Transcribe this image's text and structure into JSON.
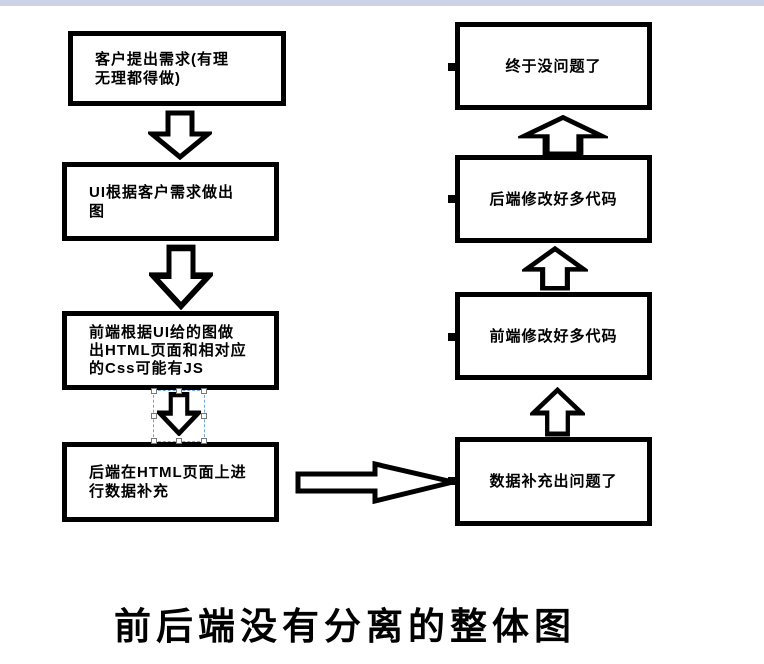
{
  "colors": {
    "top_strip": "#ccd3e7",
    "box_border": "#000000",
    "selection_marquee": "#6aa7e8"
  },
  "flowchart": {
    "caption": "前后端没有分离的整体图",
    "left_column": [
      {
        "name": "customer-request",
        "lines": [
          "客户提出需求(有理",
          "无理都得做)"
        ]
      },
      {
        "name": "ui-design",
        "lines": [
          "UI根据客户需求做出",
          "图"
        ]
      },
      {
        "name": "frontend-build",
        "lines": [
          "前端根据UI给的图做",
          "出HTML页面和相对应",
          "的Css可能有JS"
        ]
      },
      {
        "name": "backend-data",
        "lines": [
          "后端在HTML页面上进",
          "行数据补充"
        ]
      }
    ],
    "right_column": [
      {
        "name": "data-problem",
        "label": "数据补充出问题了"
      },
      {
        "name": "frontend-fix",
        "label": "前端修改好多代码"
      },
      {
        "name": "backend-fix",
        "label": "后端修改好多代码"
      },
      {
        "name": "finally-ok",
        "label": "终于没问题了"
      }
    ],
    "arrows": [
      {
        "name": "down-arrow-1",
        "direction": "down"
      },
      {
        "name": "down-arrow-2",
        "direction": "down"
      },
      {
        "name": "down-arrow-3",
        "direction": "down",
        "selected": true
      },
      {
        "name": "right-arrow",
        "direction": "right"
      },
      {
        "name": "up-arrow-1",
        "direction": "up"
      },
      {
        "name": "up-arrow-2",
        "direction": "up"
      },
      {
        "name": "up-arrow-3",
        "direction": "up"
      }
    ]
  }
}
